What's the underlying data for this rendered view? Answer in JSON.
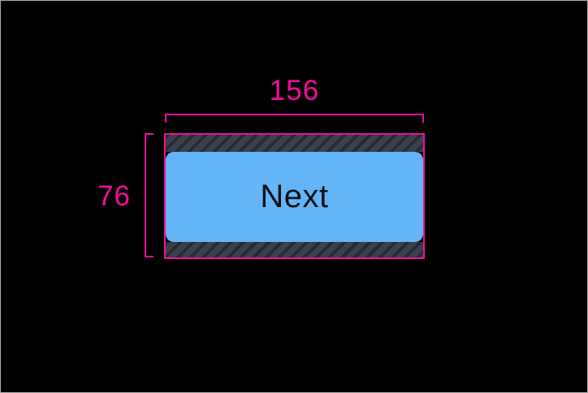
{
  "measurements": {
    "width": "156",
    "height": "76"
  },
  "button": {
    "label": "Next"
  },
  "colors": {
    "background": "#000000",
    "frame-border": "#ACACAC",
    "accent": "#F50C9B",
    "button-fill": "#64B5F8",
    "button-text": "#101014",
    "hatch-bg": "#3A414C",
    "hatch-stripe": "#252A32"
  }
}
